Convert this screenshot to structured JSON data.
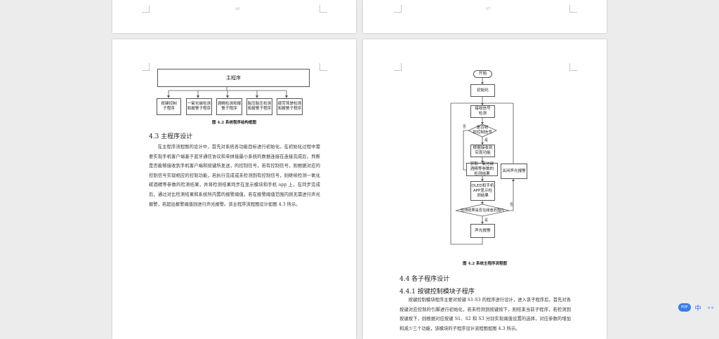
{
  "pages": {
    "top_left_number": "16",
    "top_right_number": "17"
  },
  "left_page": {
    "diagram": {
      "main_box": "主程序",
      "sub_boxes": [
        "按键控制\n子程序",
        "一氧化碳检测\n和报警子程序",
        "酒精检测和报\n警子程序",
        "胎压胎压检测\n和报警子程序",
        "疲劳驾驶检测\n和报警子程序"
      ]
    },
    "caption": "图 4.2  系统程序结构框图",
    "heading": "4.3  主程序设计",
    "paragraph": "在主程序流程图的设计中，首先对系统各功能目标进行初始化，在初始化过程中需要实现手机客户端基于蓝牙通信协议和单拼接最小系统的数据连接在连接完成后，判断是否能够接收到手机客户端和按键所发送，的控制信号，若有控制信号，则根据对应的控制信号实现相应的控制功能，若执行完成或未检测到有控制信号，则继续检测一氧化碳酒精等参数的检测结果，并将检测结果同步在显示模块和手机 app 上，在同步完成后，通过对比检测结果和系统所内置的报警阈值，若在报警阈值范围内则无需进行声光报警，若超出报警阈值则进行声光报警。该主程序流程图设计如图 4.3 所示。"
  },
  "right_page": {
    "flowchart": {
      "start": "开始",
      "init": "初始化",
      "receive": "接收信号\n检测",
      "decision1": "是否收\n到控制信号",
      "yes1": "是",
      "no1": "否",
      "adjust": "根据接收到\n实现功能",
      "detect": "获取一氧化碳\n酒精等参数的\n检测结果",
      "display": "OLED和手机\nAPP显示检\n测结果",
      "decision2": "检测结果是否在阈值范围内",
      "yes2": "是",
      "no2": "否",
      "alarm": "声光报警",
      "close_alarm": "关闭声光报警"
    },
    "caption": "图 4.2  系统主程序流程图",
    "heading1": "4.4  各子程序设计",
    "heading2": "4.4.1  按键控制模块子程序",
    "paragraph": "按键控制模块程序主要对按键 S1-S3 的程序进行设计，进入该子程序后，首先对各按键对应控制的引脚进行初始化，若未检测到按键按下，则结束当前子程序，若检测到按键按下，则根据对应按键 S1、S2 和 S3 分别实现阈值设置的选择，对应参数的增加和减少三个功能，该模块的子程序设计流程图如图 4.3 所示。"
  },
  "widget": {
    "badge": "PDF",
    "lang": "中"
  }
}
